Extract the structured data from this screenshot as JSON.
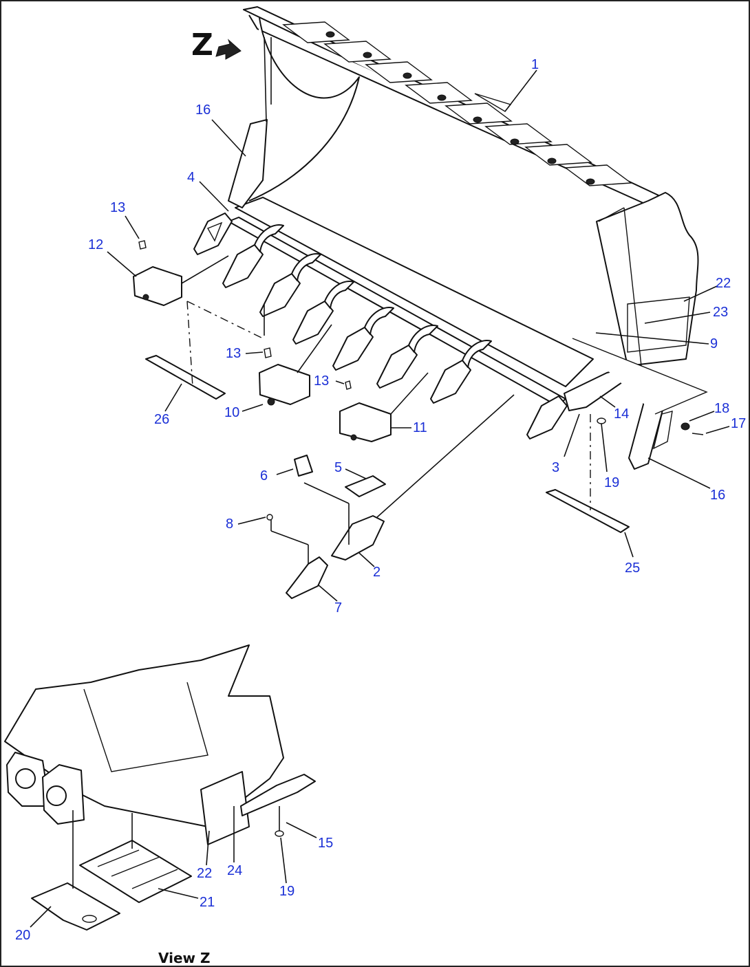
{
  "view_direction_letter": "Z",
  "view_caption": "View Z",
  "callouts": [
    {
      "id": "c1",
      "text": "1"
    },
    {
      "id": "c16a",
      "text": "16"
    },
    {
      "id": "c4",
      "text": "4"
    },
    {
      "id": "c13a",
      "text": "13"
    },
    {
      "id": "c12",
      "text": "12"
    },
    {
      "id": "c13b",
      "text": "13"
    },
    {
      "id": "c10",
      "text": "10"
    },
    {
      "id": "c26",
      "text": "26"
    },
    {
      "id": "c13c",
      "text": "13"
    },
    {
      "id": "c11",
      "text": "11"
    },
    {
      "id": "c6",
      "text": "6"
    },
    {
      "id": "c5",
      "text": "5"
    },
    {
      "id": "c8",
      "text": "8"
    },
    {
      "id": "c2",
      "text": "2"
    },
    {
      "id": "c7",
      "text": "7"
    },
    {
      "id": "c22a",
      "text": "22"
    },
    {
      "id": "c23",
      "text": "23"
    },
    {
      "id": "c9",
      "text": "9"
    },
    {
      "id": "c14",
      "text": "14"
    },
    {
      "id": "c18",
      "text": "18"
    },
    {
      "id": "c17",
      "text": "17"
    },
    {
      "id": "c3",
      "text": "3"
    },
    {
      "id": "c19a",
      "text": "19"
    },
    {
      "id": "c16b",
      "text": "16"
    },
    {
      "id": "c25",
      "text": "25"
    },
    {
      "id": "c15",
      "text": "15"
    },
    {
      "id": "c19b",
      "text": "19"
    },
    {
      "id": "c22b",
      "text": "22"
    },
    {
      "id": "c24",
      "text": "24"
    },
    {
      "id": "c21",
      "text": "21"
    },
    {
      "id": "c20",
      "text": "20"
    }
  ]
}
